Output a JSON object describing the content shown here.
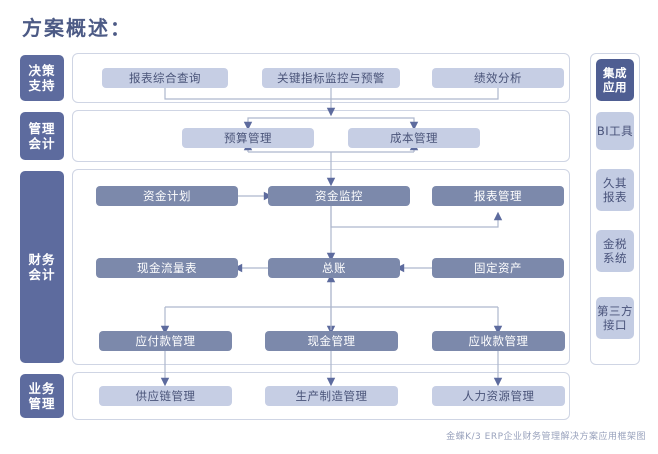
{
  "page_title": "方案概述：",
  "footer_note": "金蝶K/3 ERP企业财务管理解决方案应用框架图",
  "colors": {
    "title": "#4c5a85",
    "left_tab_bg": "#5d6b9e",
    "node_light_bg": "#c6cee4",
    "node_dark_bg": "#7c89ab",
    "right_tab_dark_bg": "#4f5e92",
    "right_tab_light_bg": "#c3cce3",
    "panel_border": "#cfd5e4",
    "connector": "#aeb7cd",
    "arrowhead": "#5d6b9e",
    "footer": "#9aa3bd"
  },
  "left_tabs": [
    {
      "id": "decision-support",
      "line1": "决策",
      "line2": "支持"
    },
    {
      "id": "management-accounting",
      "line1": "管理",
      "line2": "会计"
    },
    {
      "id": "financial-accounting",
      "line1": "财务",
      "line2": "会计"
    },
    {
      "id": "business-management",
      "line1": "业务",
      "line2": "管理"
    }
  ],
  "right_tabs": [
    {
      "id": "integrated-application",
      "line1": "集成",
      "line2": "应用",
      "style": "dark"
    },
    {
      "id": "bi-tool",
      "line1": "BI工具",
      "line2": "",
      "style": "light"
    },
    {
      "id": "jiuqi-report",
      "line1": "久其",
      "line2": "报表",
      "style": "light"
    },
    {
      "id": "golden-tax-system",
      "line1": "金税",
      "line2": "系统",
      "style": "light"
    },
    {
      "id": "third-party-interface",
      "line1": "第三方",
      "line2": "接口",
      "style": "light"
    }
  ],
  "nodes": {
    "report_query": "报表综合查询",
    "kpi_monitor": "关键指标监控与预警",
    "performance_analysis": "绩效分析",
    "budget_management": "预算管理",
    "cost_management": "成本管理",
    "fund_plan": "资金计划",
    "fund_monitor": "资金监控",
    "report_management": "报表管理",
    "cash_flow_statement": "现金流量表",
    "general_ledger": "总账",
    "fixed_assets": "固定资产",
    "payable_management": "应付款管理",
    "cash_management": "现金管理",
    "receivable_management": "应收款管理",
    "supply_chain": "供应链管理",
    "manufacturing": "生产制造管理",
    "human_resources": "人力资源管理"
  }
}
